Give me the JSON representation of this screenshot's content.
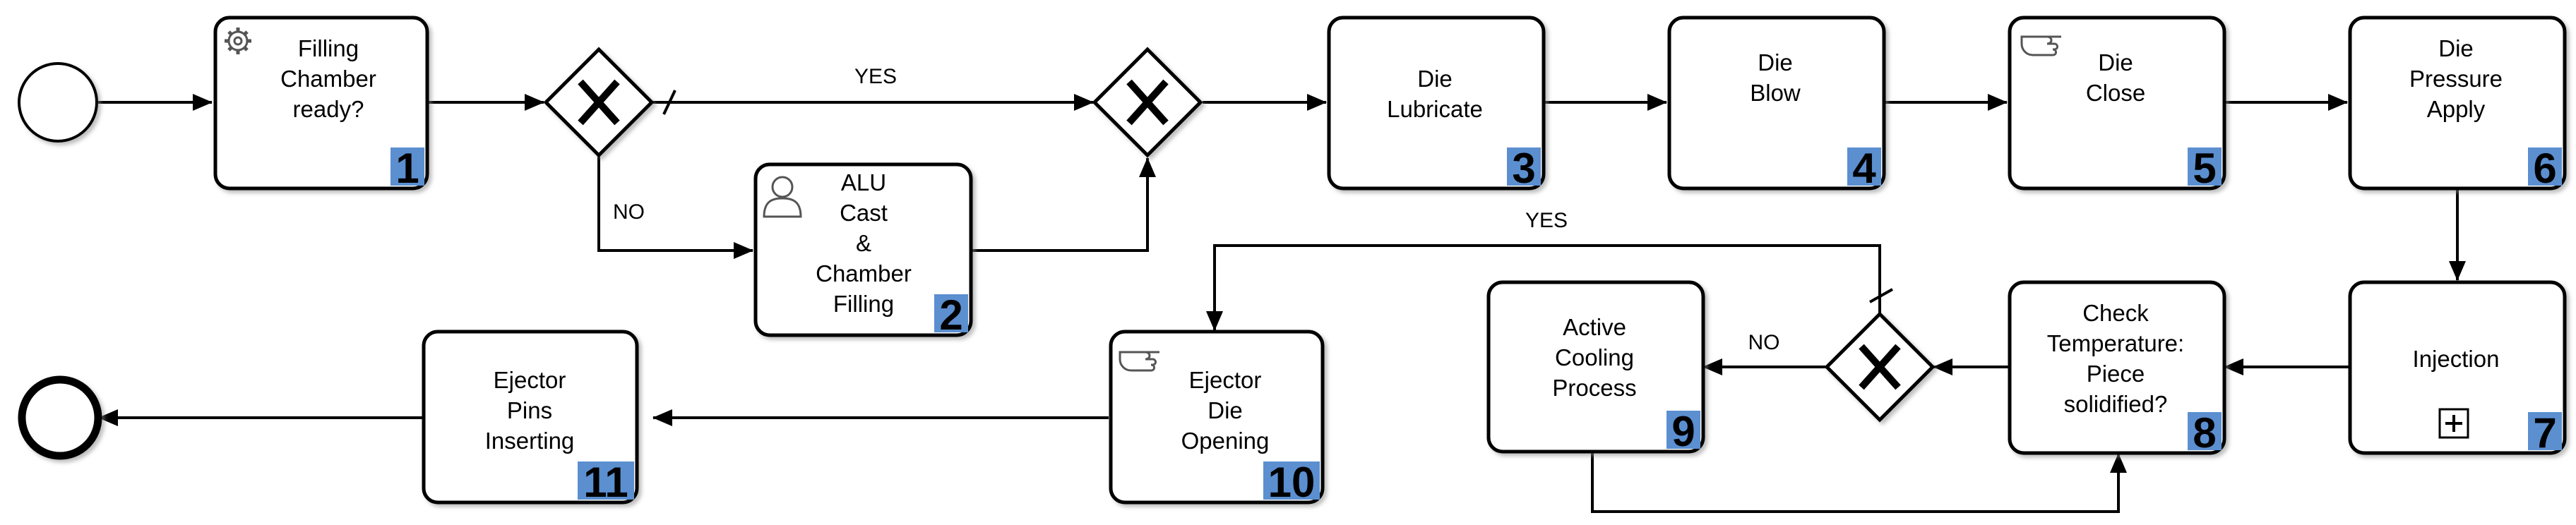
{
  "diagram": {
    "tasks": [
      {
        "id": "t1",
        "lines": [
          "Filling",
          "Chamber",
          "ready?"
        ],
        "number": "1",
        "icon": "gear-icon"
      },
      {
        "id": "t2",
        "lines": [
          "ALU",
          "Cast",
          "&",
          "Chamber",
          "Filling"
        ],
        "number": "2",
        "icon": "user-icon"
      },
      {
        "id": "t3",
        "lines": [
          "Die",
          "Lubricate"
        ],
        "number": "3",
        "icon": ""
      },
      {
        "id": "t4",
        "lines": [
          "Die",
          "Blow"
        ],
        "number": "4",
        "icon": ""
      },
      {
        "id": "t5",
        "lines": [
          "Die",
          "Close"
        ],
        "number": "5",
        "icon": "hand-icon"
      },
      {
        "id": "t6",
        "lines": [
          "Die",
          "Pressure",
          "Apply"
        ],
        "number": "6",
        "icon": ""
      },
      {
        "id": "t7",
        "lines": [
          "Injection"
        ],
        "number": "7",
        "icon": "subprocess-plus-icon"
      },
      {
        "id": "t8",
        "lines": [
          "Check",
          "Temperature:",
          "Piece",
          "solidified?"
        ],
        "number": "8",
        "icon": ""
      },
      {
        "id": "t9",
        "lines": [
          "Active",
          "Cooling",
          "Process"
        ],
        "number": "9",
        "icon": ""
      },
      {
        "id": "t10",
        "lines": [
          "Ejector",
          "Die",
          "Opening"
        ],
        "number": "10",
        "icon": "hand-icon"
      },
      {
        "id": "t11",
        "lines": [
          "Ejector",
          "Pins",
          "Inserting"
        ],
        "number": "11",
        "icon": ""
      }
    ],
    "flow_labels": {
      "g1_yes": "YES",
      "g1_no": "NO",
      "g3_yes": "YES",
      "g3_no": "NO"
    },
    "colors": {
      "number_badge": "#5b8fd0",
      "stroke": "#000000",
      "fill": "#ffffff"
    }
  }
}
